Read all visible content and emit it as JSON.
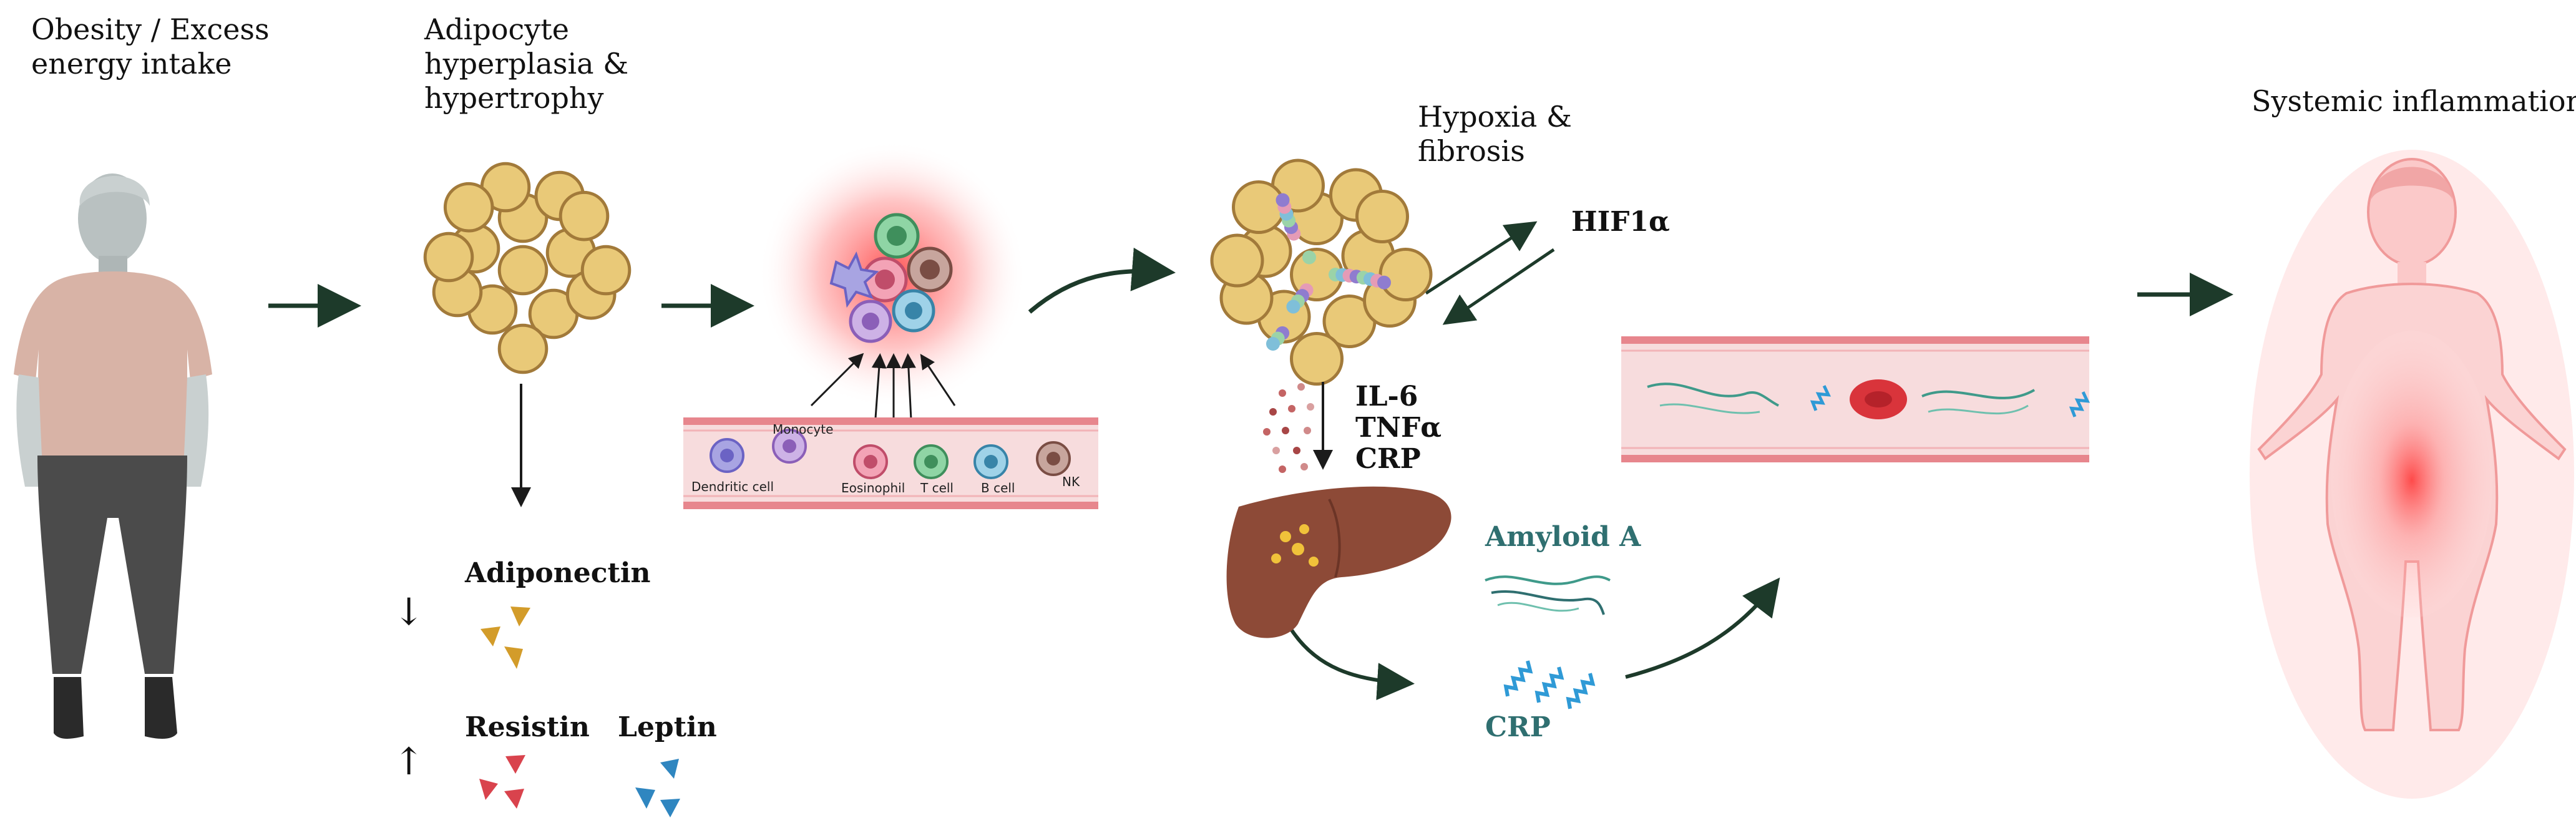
{
  "steps": {
    "s1": "Obesity / Excess\nenergy intake",
    "s2": "Adipocyte\nhyperplasia &\nhypertrophy",
    "s3": "Hypoxia &\nfibrosis",
    "s4": "Systemic inflammation"
  },
  "adipokines": {
    "adiponectin": "Adiponectin",
    "resistin": "Resistin",
    "leptin": "Leptin",
    "down_arrow": "↓",
    "up_arrow": "↑"
  },
  "immune_cells": [
    "Dendritic cell",
    "Monocyte",
    "Eosinophil",
    "T cell",
    "B cell",
    "NK"
  ],
  "hypoxia": {
    "hif": "HIF1α"
  },
  "cytokines": [
    "IL-6",
    "TNFα",
    "CRP"
  ],
  "liver_outputs": {
    "amyloid": "Amyloid A",
    "crp": "CRP"
  },
  "colors": {
    "arrow": "#1d3a2a",
    "fat": "#e9c978",
    "fat_border": "#a27a3a",
    "vessel": "#f6d6d8",
    "vessel_wall": "#e7868d",
    "liver": "#8d4a37",
    "glow": "#ff3b3b",
    "adiponectin": "#d39c2a",
    "resistin": "#d9434d",
    "leptin": "#2f86c0",
    "teal": "#2f6f70"
  }
}
